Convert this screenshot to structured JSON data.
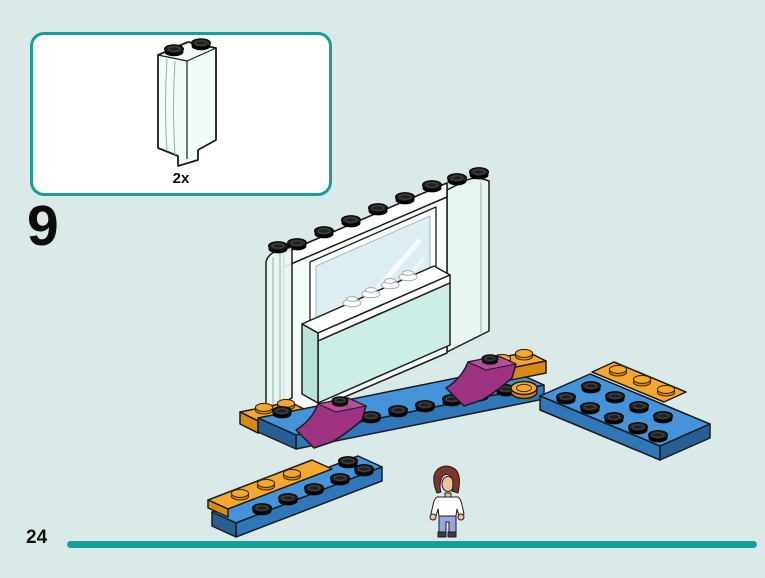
{
  "page": {
    "step_number": "9",
    "page_number": "24"
  },
  "callout": {
    "quantity": "2x",
    "part": "transparent-corner-wall-panel"
  },
  "colors": {
    "page_bg": "#d9eae8",
    "teal": "#189f9b",
    "outline": "#1c1c1c",
    "blue_plate": "#4594d9",
    "blue_plate_front": "#2f77b8",
    "orange": "#f5a730",
    "magenta": "#9d3282",
    "panel_glass": "#e9f7f3",
    "wall_white": "#f5fbf9",
    "counter_mint": "#cdeee6",
    "mirror_glass": "#ddeef3",
    "stud_black": "#161616",
    "skin": "#f3bf94",
    "hair": "#7e352b",
    "shirt": "#ffffff",
    "pants": "#9ba5dd"
  }
}
